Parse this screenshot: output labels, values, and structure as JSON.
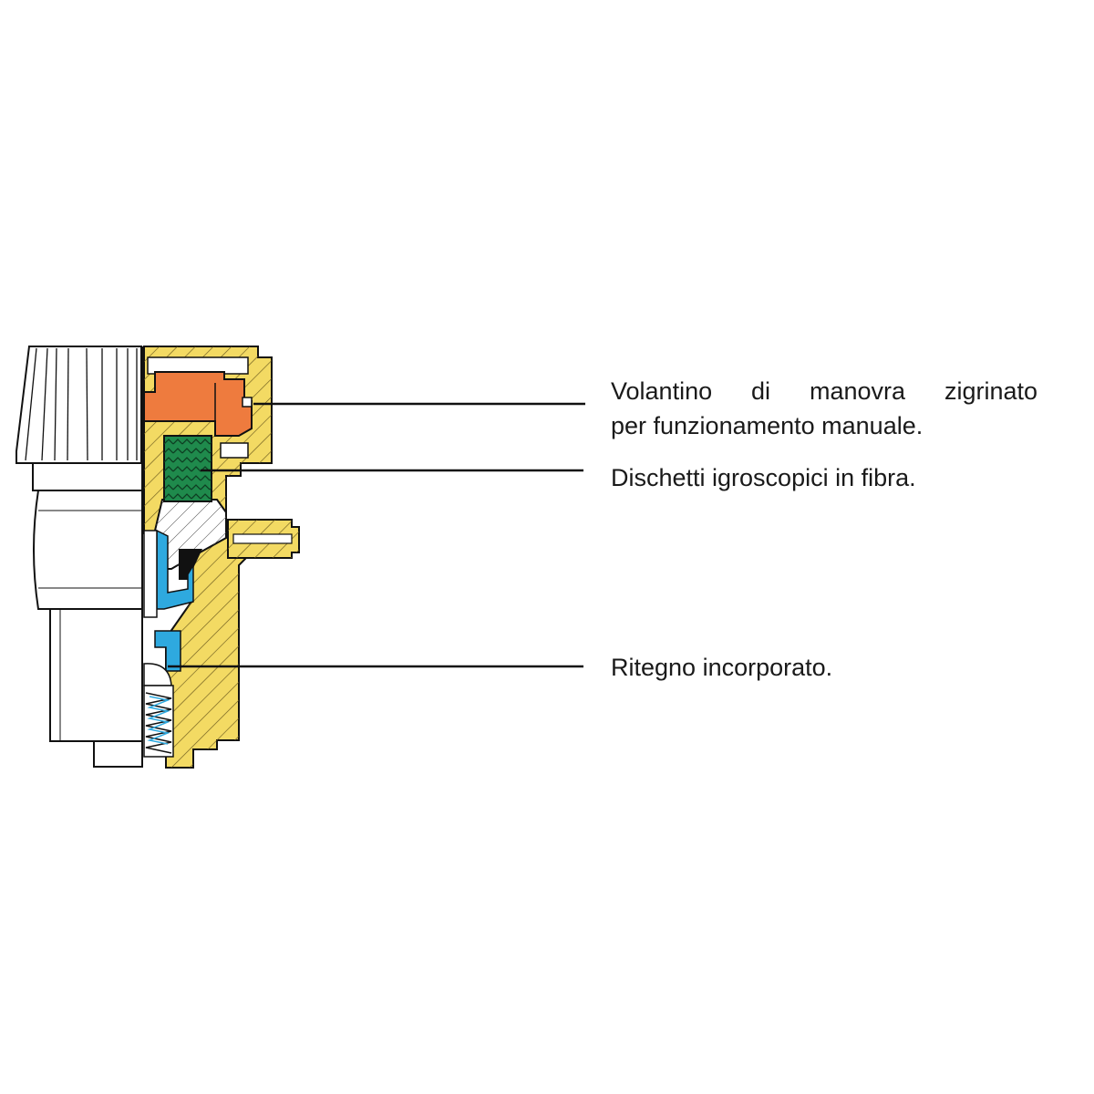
{
  "callouts": [
    {
      "id": "handwheel",
      "line1": "Volantino di manovra zigrinato",
      "line2": "per funzionamento manuale."
    },
    {
      "id": "discs",
      "line1": "Dischetti igroscopici in fibra."
    },
    {
      "id": "check_valve",
      "line1": "Ritegno incorporato."
    }
  ],
  "colors": {
    "body": "#F3DA63",
    "knob": "#EE7B3E",
    "discs": "#1F8A4C",
    "water": "#2EA9DF",
    "line": "#111111"
  }
}
